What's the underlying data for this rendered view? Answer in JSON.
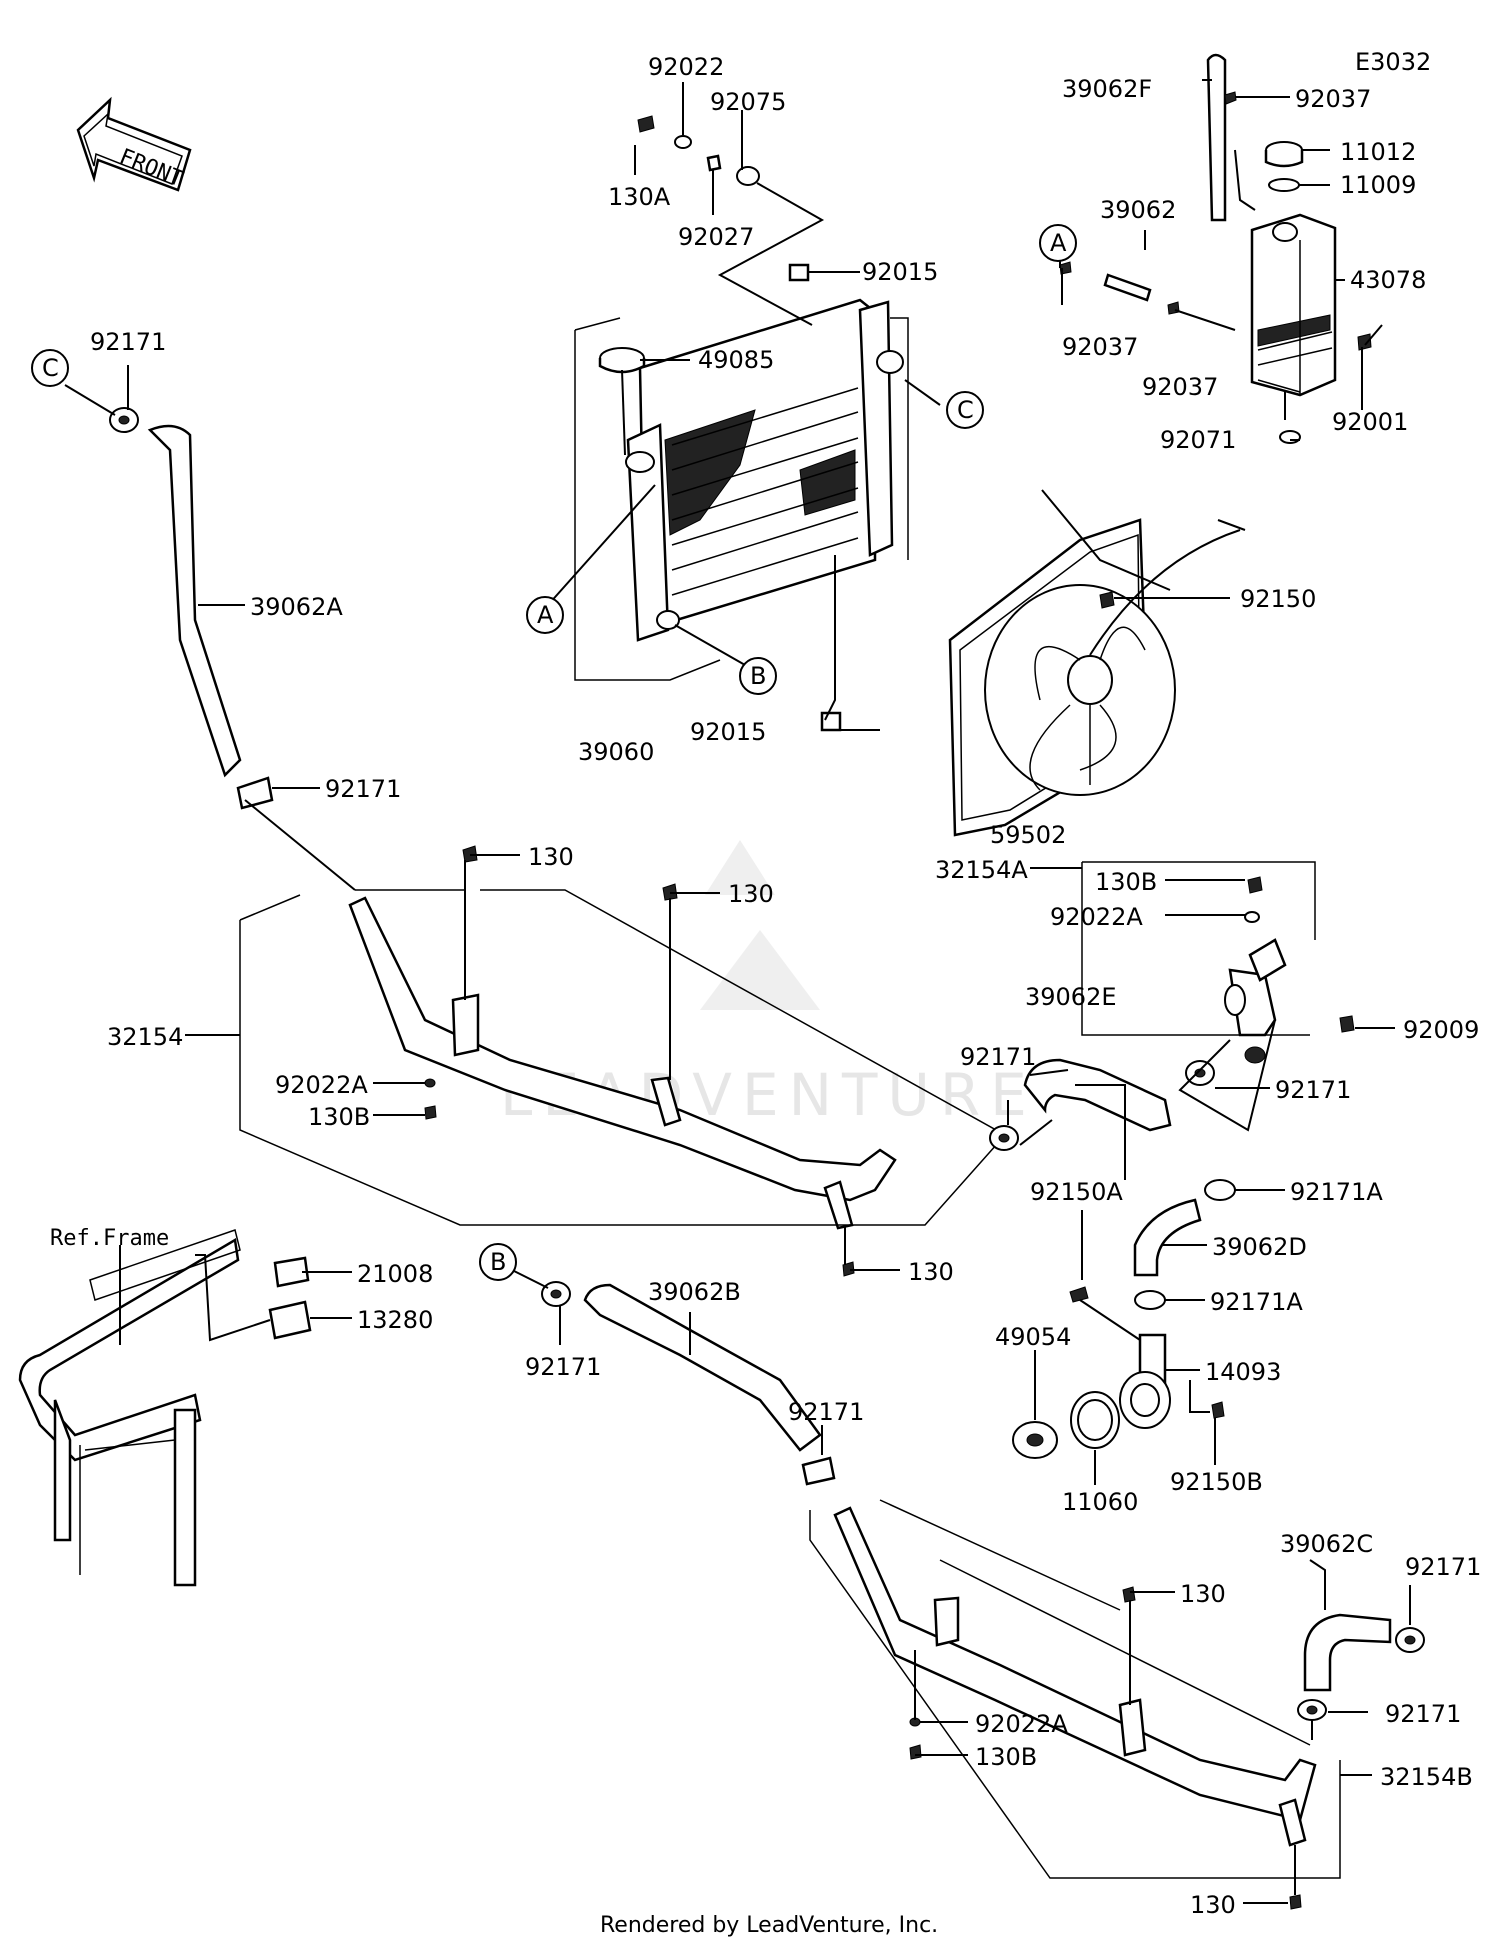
{
  "diagram_code": "E3032",
  "front_label": "FRONT",
  "ref_frame_label": "Ref.Frame",
  "footer": "Rendered by LeadVenture, Inc.",
  "watermark": "LEADVENTURE",
  "refs": {
    "a": "A",
    "b": "B",
    "c": "C"
  },
  "parts": {
    "p92022_top": "92022",
    "p92075": "92075",
    "p130A": "130A",
    "p92027": "92027",
    "p92015_top": "92015",
    "p49085": "49085",
    "p39060": "39060",
    "p92015_bot": "92015",
    "p39062F": "39062F",
    "p92037_top": "92037",
    "p11012": "11012",
    "p11009": "11009",
    "p39062": "39062",
    "p43078": "43078",
    "p92037_left": "92037",
    "p92037_mid": "92037",
    "p92001": "92001",
    "p92071": "92071",
    "p92150": "92150",
    "p59502": "59502",
    "p92171_c": "92171",
    "p39062A": "39062A",
    "p92171_a": "92171",
    "p130_1": "130",
    "p130_2": "130",
    "p32154": "32154",
    "p92022A_1": "92022A",
    "p130B_1": "130B",
    "p130_3": "130",
    "p32154A": "32154A",
    "p130B_2": "130B",
    "p92022A_2": "92022A",
    "p92009": "92009",
    "p39062E": "39062E",
    "p92171_e": "92171",
    "p92171_e2": "92171",
    "p92171A_1": "92171A",
    "p92150A": "92150A",
    "p39062D": "39062D",
    "p92171A_2": "92171A",
    "p49054": "49054",
    "p14093": "14093",
    "p11060": "11060",
    "p92150B": "92150B",
    "p21008": "21008",
    "p13280": "13280",
    "p92171_b": "92171",
    "p39062B": "39062B",
    "p92171_b2": "92171",
    "p130_4": "130",
    "p39062C": "39062C",
    "p92171_c2": "92171",
    "p92171_c3": "92171",
    "p92022A_3": "92022A",
    "p130B_3": "130B",
    "p32154B": "32154B",
    "p130_5": "130"
  }
}
